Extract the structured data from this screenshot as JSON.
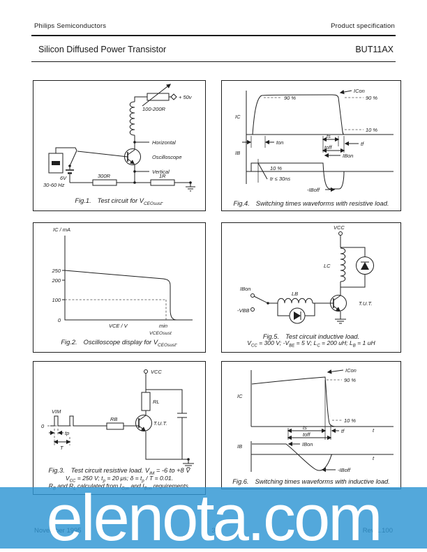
{
  "header": {
    "company": "Philips Semiconductors",
    "spec": "Product specification",
    "title": "Silicon Diffused Power Transistor",
    "part": "BUT11AX"
  },
  "fig1": {
    "caption": {
      "num": "Fig.1.",
      "text": "Test circuit for V_{CEOsust}."
    },
    "labels": {
      "supply": "+ 50v",
      "pot": "100-200R",
      "horizontal": "Horizontal",
      "oscilloscope": "Oscilloscope",
      "vertical": "Vertical",
      "r300": "300R",
      "r1": "1R",
      "battery": "6V",
      "source": "30-60 Hz"
    }
  },
  "fig2": {
    "caption": {
      "num": "Fig.2.",
      "text": "Oscilloscope display for V_{CEOsust}."
    },
    "labels": {
      "yaxis": "IC / mA",
      "t250": "250",
      "t200": "200",
      "t100": "100",
      "t0": "0",
      "xaxis": "VCE / V",
      "min": "min",
      "vceo": "VCEOsust"
    }
  },
  "fig3": {
    "caption": {
      "num": "Fig.3.",
      "text": "Test circuit resistive load. V_{IM} = -6 to +8 V"
    },
    "caption2": "V_{CC} = 250 V; t_{p} = 20 μs; δ = t_{p} / T = 0.01.",
    "caption3": "R_{B} and R_{L} calculated from I_{Con} and I_{Bon} requirements.",
    "labels": {
      "vcc": "VCC",
      "rl": "RL",
      "rb": "RB",
      "tut": "T.U.T.",
      "vim": "VIM",
      "zero": "0",
      "tp": "tp",
      "T": "T"
    }
  },
  "fig4": {
    "caption": {
      "num": "Fig.4.",
      "text": "Switching times waveforms with resistive load."
    },
    "labels": {
      "ic": "IC",
      "ib": "IB",
      "icon": "ICon",
      "p90_left": "90 %",
      "p90_right": "90 %",
      "p10_right": "10 %",
      "ton": "ton",
      "ts": "ts",
      "tf": "tf",
      "toff": "toff",
      "ibon": "IBon",
      "p10_b": "10 %",
      "tr": "tr ≤ 30ns",
      "iboff": "-IBoff"
    }
  },
  "fig5": {
    "caption": {
      "num": "Fig.5.",
      "text": "Test circuit inductive load."
    },
    "caption2": "V_{CC} = 300 V; -V_{BE} = 5 V; L_{C} = 200 uH; L_{B} = 1 uH",
    "labels": {
      "vcc": "VCC",
      "lc": "LC",
      "lb": "LB",
      "ibon": "IBon",
      "vbb": "-VBB",
      "tut": "T.U.T."
    }
  },
  "fig6": {
    "caption": {
      "num": "Fig.6.",
      "text": "Switching times waveforms with inductive load."
    },
    "labels": {
      "ic": "IC",
      "ib": "IB",
      "icon": "ICon",
      "p90": "90 %",
      "p10": "10 %",
      "ts": "ts",
      "tf": "tf",
      "toff": "toff",
      "ibon": "IBon",
      "iboff": "-IBoff",
      "t1": "t",
      "t2": "t"
    }
  },
  "footer": {
    "date": "November 1995",
    "page": "3",
    "rev": "Rev 1.100"
  },
  "watermark": {
    "text": "elenota.com",
    "banner_color": "#55a9dc",
    "text_color": "#ffffff"
  }
}
